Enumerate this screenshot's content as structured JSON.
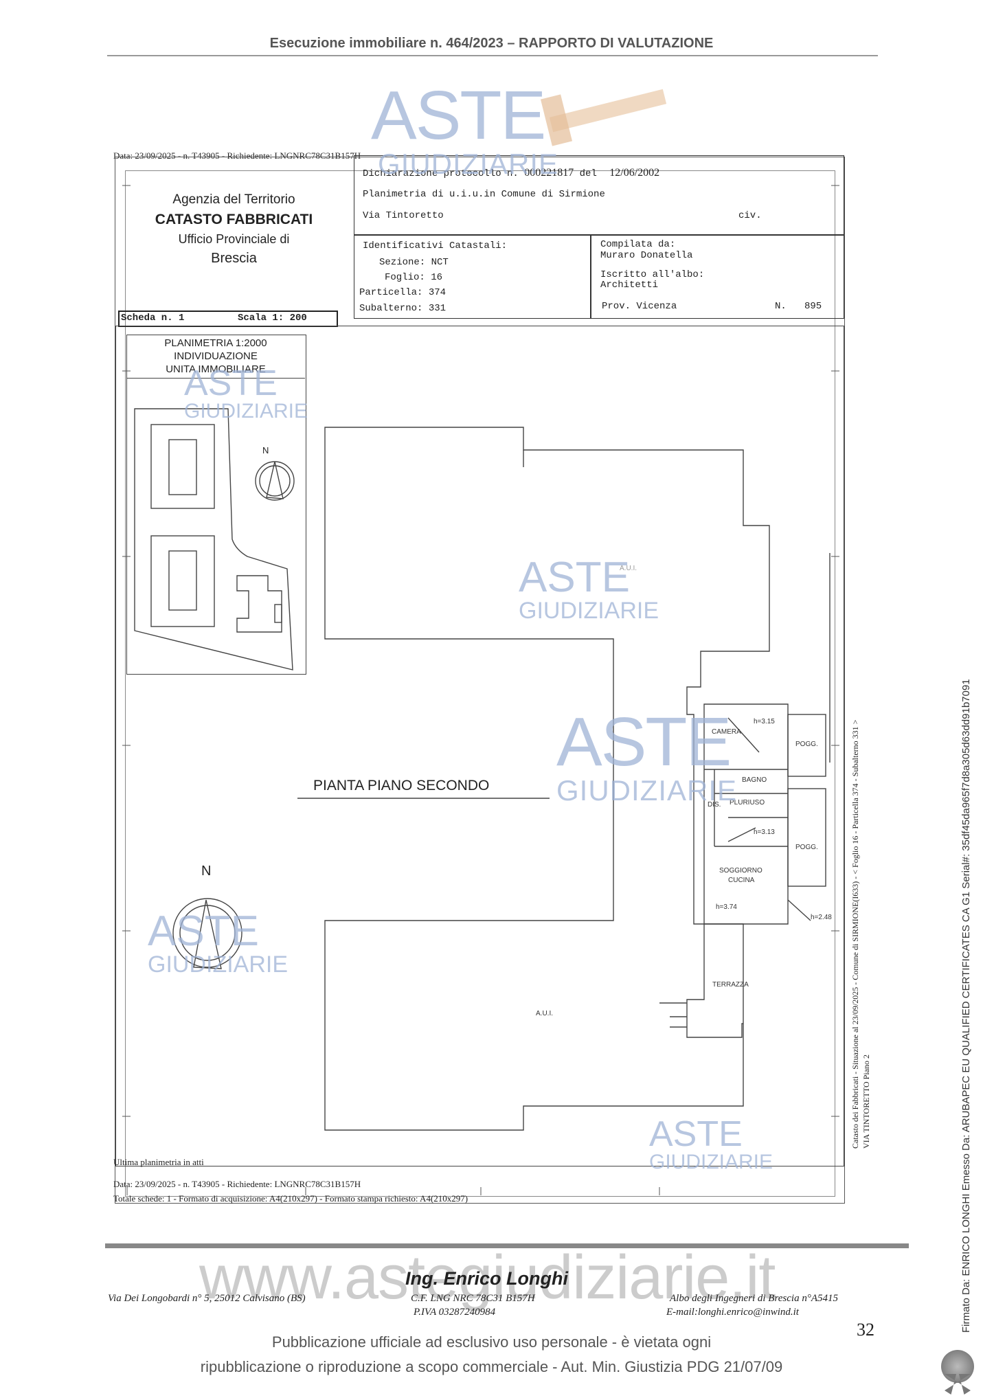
{
  "header": {
    "title": "Esecuzione immobiliare n. 464/2023 – RAPPORTO DI VALUTAZIONE"
  },
  "watermark": {
    "main": "ASTE",
    "sub": "GIUDIZIARIE",
    "small": "A.U.I.",
    "url": "www.astegiudiziarie.it"
  },
  "doc": {
    "top_line": "Data: 23/09/2025 - n. T43905 - Richiedente: LNGNRC78C31B157H",
    "agency": {
      "line1": "Agenzia del Territorio",
      "line2": "CATASTO FABBRICATI",
      "line3": "Ufficio Provinciale di",
      "line4": "Brescia"
    },
    "decl_label": "Dichiarazione protocollo n.",
    "decl_number": "000221817",
    "decl_del": "del",
    "decl_date": "12/06/2002",
    "planimetria": "Planimetria di u.i.u.in Comune di Sirmione",
    "via": "Via Tintoretto",
    "civ": "civ.",
    "ident_title": "Identificativi Catastali:",
    "sezione": "Sezione: NCT",
    "foglio": "Foglio: 16",
    "particella": "Particella: 374",
    "subalterno": "Subalterno: 331",
    "compilata_label": "Compilata da:",
    "compilata_name": "Muraro Donatella",
    "iscritto_label": "Iscritto all'albo:",
    "iscritto_value": "Architetti",
    "prov": "Prov. Vicenza",
    "n_label": "N.",
    "n_value": "895",
    "scheda": "Scheda n. 1",
    "scala": "Scala 1: 200",
    "plan_box": {
      "l1": "PLANIMETRIA 1:2000",
      "l2": "INDIVIDUAZIONE",
      "l3": "UNITA IMMOBILIARE"
    },
    "north": "N",
    "floor_title": "PIANTA PIANO SECONDO",
    "aui": "A.U.I.",
    "rooms": {
      "camera": "CAMERA",
      "pogg1": "POGG.",
      "bagno": "BAGNO",
      "dis": "DIS.",
      "pluriuso": "PLURIUSO",
      "pogg2": "POGG.",
      "soggiorno": "SOGGIORNO",
      "cucina": "CUCINA",
      "terrazza": "TERRAZZA"
    },
    "heights": {
      "h1": "h=3.15",
      "h2": "h=3.13",
      "h3": "h=3.74",
      "h4": "h=2.48"
    },
    "side_note": "Catasto dei Fabbricati - Situazione al 23/09/2025 - Comune di SIRMIONE(I633) - < Foglio 16 - Particella 374 - Subalterno 331 >",
    "side_note2": "VIA TINTORETTO Piano 2",
    "ultima": "Ultima planimetria in atti",
    "bottom1": "Data: 23/09/2025 - n. T43905 - Richiedente: LNGNRC78C31B157H",
    "bottom2": "Totale schede: 1 - Formato di acquisizione: A4(210x297)  - Formato stampa richiesto: A4(210x297)"
  },
  "signature": "Firmato Da: ENRICO LONGHI Emesso Da: ARUBAPEC EU QUALIFIED CERTIFICATES CA G1 Serial#: 35df45da965f7d8a305d63dd91b7091",
  "footer": {
    "name": "Ing. Enrico Longhi",
    "address": "Via Dei Longobardi  n° 5, 25012 Calvisano (BS)",
    "cf": "C.F. LNG NRC 78C31 B157H",
    "piva": "P.IVA 03287240984",
    "albo": "Albo degli Ingegneri di Brescia n°A5415",
    "email": "E-mail:longhi.enrico@inwind.it",
    "page": "32",
    "pub1": "Pubblicazione ufficiale ad esclusivo uso personale - è vietata ogni",
    "pub2": "ripubblicazione o riproduzione a scopo commerciale - Aut. Min. Giustizia PDG 21/07/09"
  }
}
